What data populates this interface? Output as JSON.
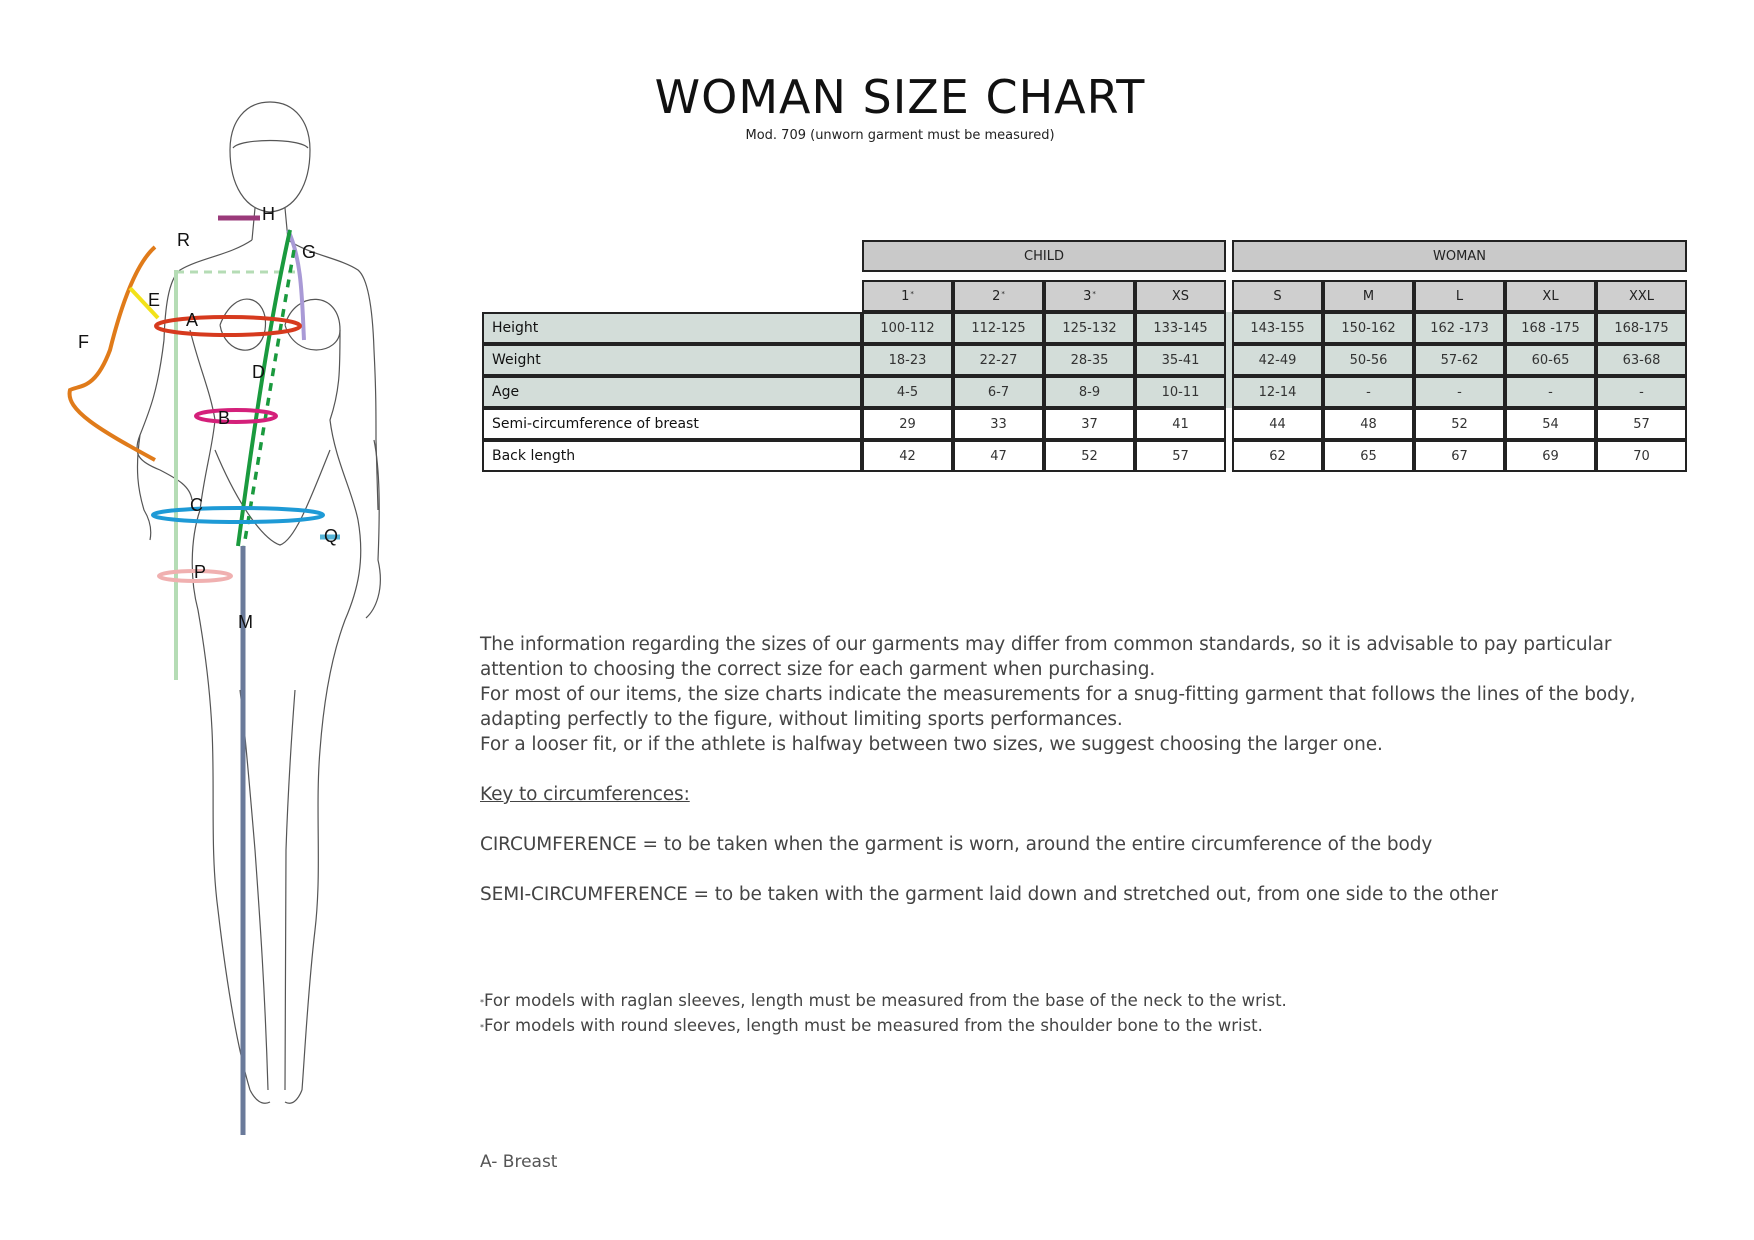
{
  "header": {
    "title": "WOMAN SIZE CHART",
    "subtitle": "Mod. 709 (unworn garment must be measured)"
  },
  "figure_labels": {
    "H": "H",
    "R": "R",
    "G": "G",
    "E": "E",
    "A": "A",
    "F": "F",
    "D": "D",
    "B": "B",
    "C": "C",
    "Q": "Q",
    "P": "P",
    "M": "M"
  },
  "table": {
    "groups": {
      "child": "CHILD",
      "woman": "WOMAN"
    },
    "sizes": {
      "child": [
        "1",
        "2",
        "3",
        "XS"
      ],
      "woman": [
        "S",
        "M",
        "L",
        "XL",
        "XXL"
      ],
      "marker": "*"
    },
    "rows": [
      {
        "label": "Height",
        "child": [
          "100-112",
          "112-125",
          "125-132",
          "133-145"
        ],
        "woman": [
          "143-155",
          "150-162",
          "162 -173",
          "168 -175",
          "168-175"
        ]
      },
      {
        "label": "Weight",
        "child": [
          "18-23",
          "22-27",
          "28-35",
          "35-41"
        ],
        "woman": [
          "42-49",
          "50-56",
          "57-62",
          "60-65",
          "63-68"
        ]
      },
      {
        "label": "Age",
        "child": [
          "4-5",
          "6-7",
          "8-9",
          "10-11"
        ],
        "woman": [
          "12-14",
          "-",
          "-",
          "-",
          "-"
        ]
      },
      {
        "label": "Semi-circumference of breast",
        "child": [
          "29",
          "33",
          "37",
          "41"
        ],
        "woman": [
          "44",
          "48",
          "52",
          "54",
          "57"
        ]
      },
      {
        "label": "Back length",
        "child": [
          "42",
          "47",
          "52",
          "57"
        ],
        "woman": [
          "62",
          "65",
          "67",
          "69",
          "70"
        ]
      }
    ]
  },
  "description": {
    "p1": "The information regarding the sizes of our garments may differ from common standards, so it is advisable to pay particular attention to choosing the correct size for each garment when purchasing.",
    "p2": "For most of our items, the size charts indicate the measurements for a snug-fitting garment that follows the lines of the body, adapting perfectly to the figure, without limiting sports performances.",
    "p3": "For a looser fit, or if the athlete is halfway between two sizes, we suggest choosing the larger one.",
    "key_title": "Key to circumferences:",
    "circumference": "CIRCUMFERENCE = to be taken when the garment is worn, around the entire circumference of the body",
    "semi_circumference": "SEMI-CIRCUMFERENCE = to be taken with the garment laid down and stretched out, from one side to the other"
  },
  "notes": {
    "marker": "*",
    "raglan": "For models with raglan sleeves, length must be measured from the base of the neck to the wrist.",
    "round": "For models with round sleeves, length must be measured from the shoulder bone to the wrist."
  },
  "legend": {
    "a": "A- Breast"
  },
  "colors": {
    "label_shade": "#d3ddd9",
    "header_shade": "#c9c9c9",
    "orange": "#e07b1a",
    "green": "#1a9a3e",
    "red": "#d63a1e",
    "blue": "#1e9ad6",
    "magenta": "#d4207a",
    "lilac": "#a99ad6",
    "yellow": "#f2e21a",
    "pink": "#f0b0b0",
    "light_green": "#b5dcb5",
    "slate": "#6a7a9a",
    "plum": "#9a3a7a"
  }
}
